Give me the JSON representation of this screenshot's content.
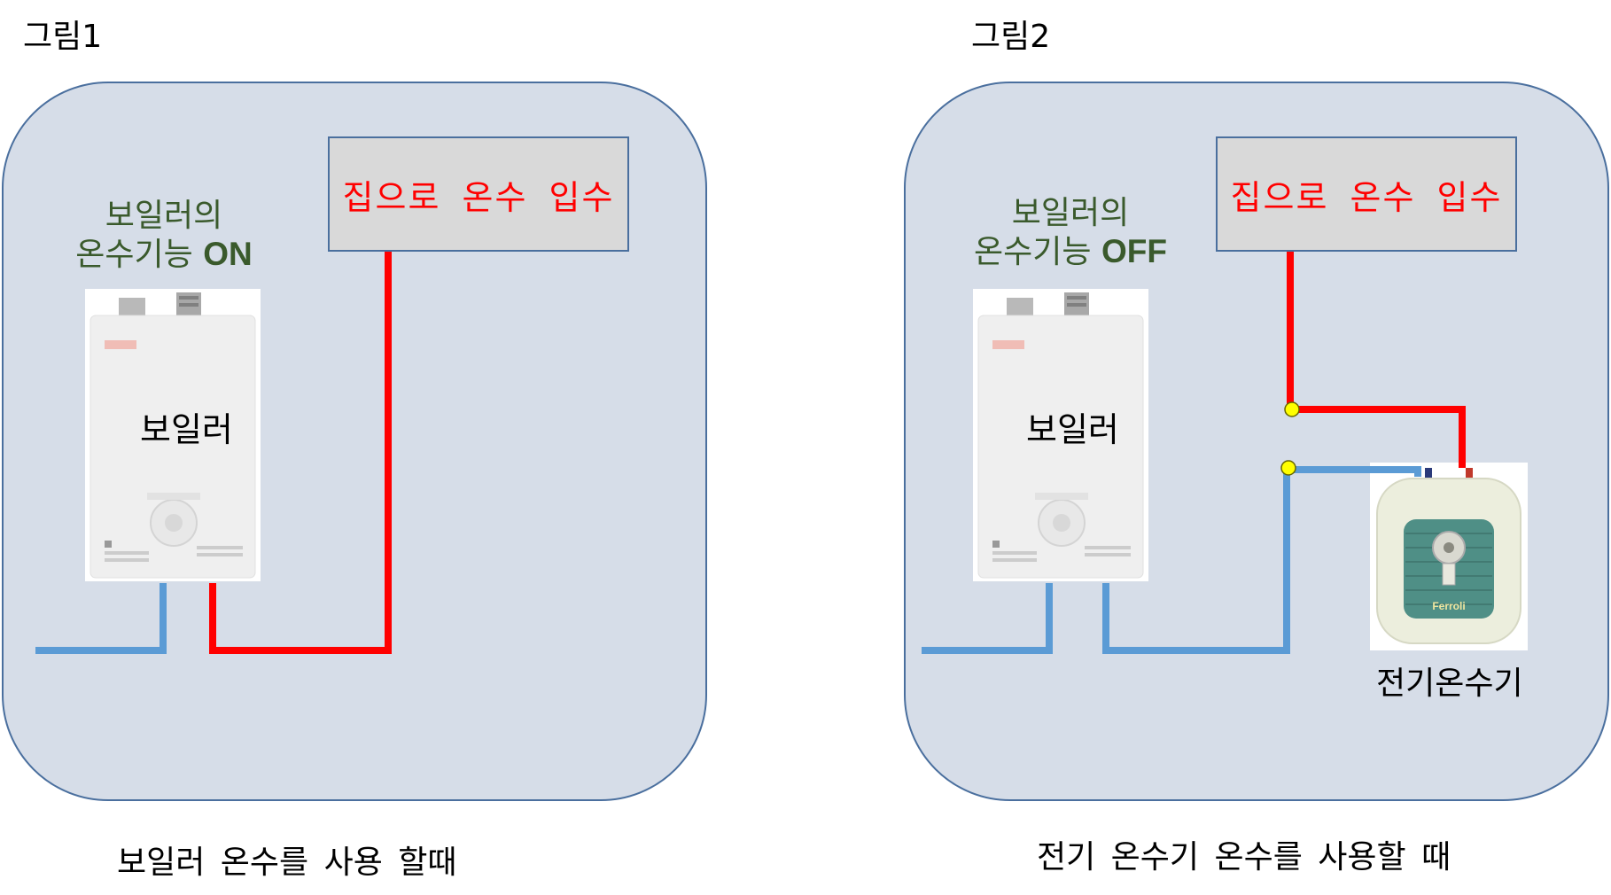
{
  "figures": [
    {
      "label": "그림1",
      "house_label": "집으로 온수 입수",
      "status_line1": "보일러의",
      "status_line2": "온수기능",
      "status_state": "ON",
      "boiler_label": "보일러",
      "caption": "보일러 온수를 사용 할때"
    },
    {
      "label": "그림2",
      "house_label": "집으로 온수 입수",
      "status_line1": "보일러의",
      "status_line2": "온수기능",
      "status_state": "OFF",
      "boiler_label": "보일러",
      "heater_label": "전기온수기",
      "heater_brand": "Ferroli",
      "caption": "전기 온수기 온수를 사용할 때"
    }
  ],
  "colors": {
    "panel_fill": "#d6dde8",
    "panel_border": "#4a6f9e",
    "hot_pipe": "#ff0000",
    "cold_pipe": "#5b9bd5",
    "junction": "#ffff00",
    "status_text": "#3a5a2c",
    "house_text": "#ff0000"
  }
}
